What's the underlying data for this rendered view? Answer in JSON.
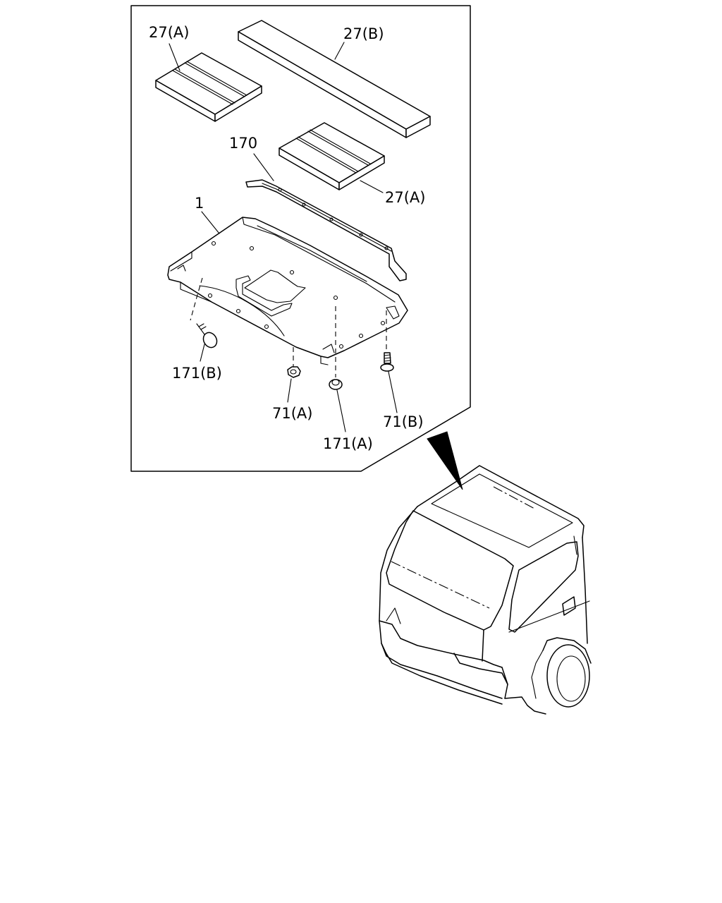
{
  "labels": {
    "part_27a_top": "27(A)",
    "part_27b": "27(B)",
    "part_170": "170",
    "part_27a_mid": "27(A)",
    "part_1": "1",
    "part_171b": "171(B)",
    "part_71a": "71(A)",
    "part_171a": "171(A)",
    "part_71b": "71(B)"
  }
}
